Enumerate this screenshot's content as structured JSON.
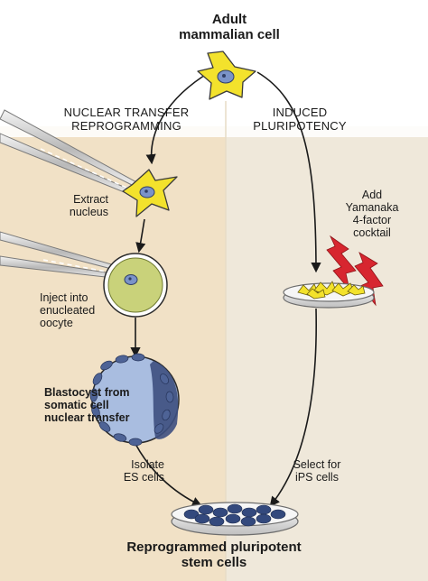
{
  "title": "Adult\nmammalian cell",
  "left_method": "NUCLEAR TRANSFER\nREPROGRAMMING",
  "right_method": "INDUCED\nPLURIPOTENCY",
  "steps": {
    "extract": "Extract\nnucleus",
    "inject": "Inject into\nenucleated\noocyte",
    "blastocyst": "Blastocyst from\nsomatic cell\nnuclear transfer",
    "isolate": "Isolate\nES cells",
    "yamanaka": "Add\nYamanaka\n4-factor\ncocktail",
    "select": "Select for\niPS cells"
  },
  "result": "Reprogrammed pluripotent\nstem cells",
  "colors": {
    "left_panel": "#f1e1c6",
    "right_panel": "#efe8da",
    "cell_yellow": "#f3e22c",
    "nucleus_blue": "#7a93c8",
    "oocyte_green": "#c9d27a",
    "blastocyst_blue": "#a9bde0",
    "lightning_red": "#d7262f",
    "arrow": "#1a1a1a"
  }
}
